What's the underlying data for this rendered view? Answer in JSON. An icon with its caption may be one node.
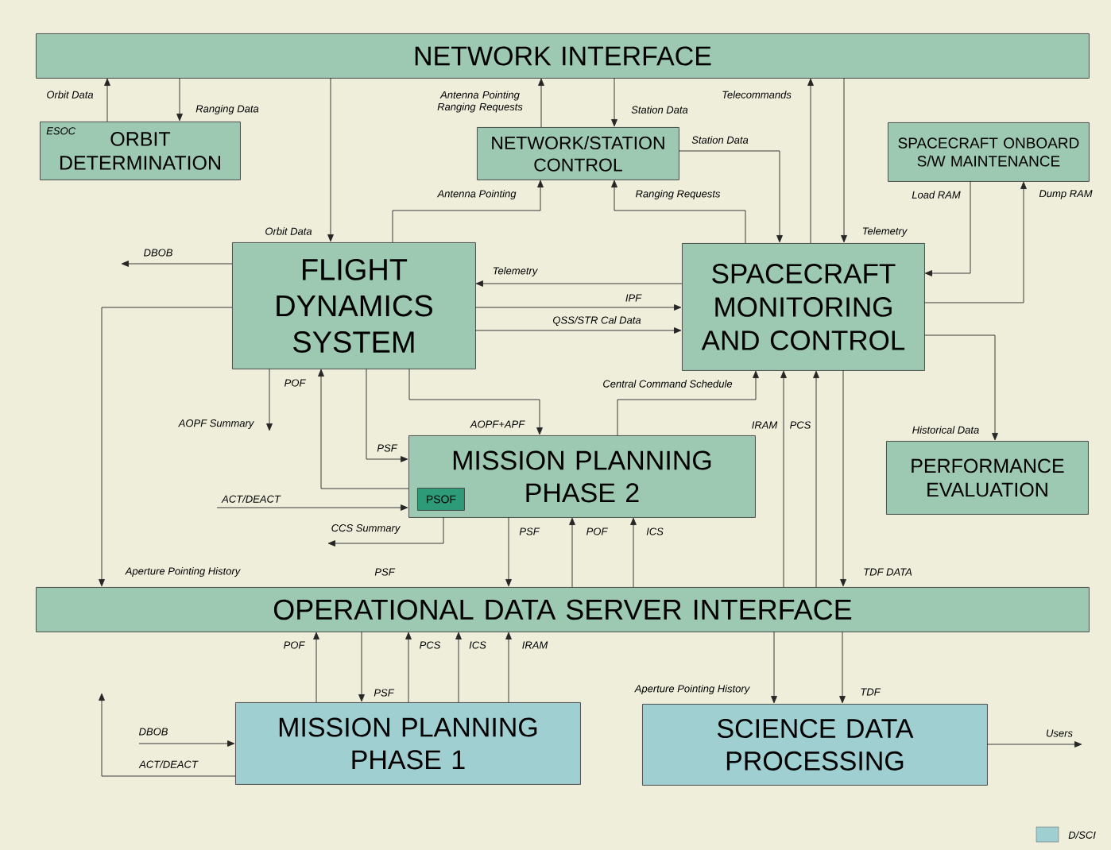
{
  "diagram": {
    "nodes": [
      {
        "text": [
          "NETWORK INTERFACE"
        ]
      },
      {
        "text": [
          "ESOC",
          "ORBIT DETERMINATION"
        ]
      },
      {
        "text": [
          "NETWORK/STATION CONTROL"
        ]
      },
      {
        "text": [
          "SPACECRAFT ONBOARD S/W MAINTENANCE"
        ]
      },
      {
        "text": [
          "FLIGHT DYNAMICS SYSTEM"
        ]
      },
      {
        "text": [
          "SPACECRAFT MONITORING AND CONTROL"
        ]
      },
      {
        "text": [
          "MISSION PLANNING PHASE 2"
        ]
      },
      {
        "text": [
          "PSOF"
        ],
        "in": 6
      },
      {
        "text": [
          "PERFORMANCE EVALUATION"
        ]
      },
      {
        "text": [
          "OPERATIONAL DATA SERVER INTERFACE"
        ]
      },
      {
        "text": [
          "MISSION PLANNING PHASE 1"
        ]
      },
      {
        "text": [
          "SCIENCE DATA PROCESSING"
        ]
      }
    ],
    "edges": [
      {
        "from": 1,
        "to": 0,
        "arrow": "to",
        "label": "Orbit Data"
      },
      {
        "from": 0,
        "to": 1,
        "arrow": "to",
        "label": "Ranging Data"
      },
      {
        "from": 0,
        "to": 4,
        "arrow": "to",
        "label": "Orbit Data"
      },
      {
        "from": 2,
        "to": 0,
        "arrow": "to",
        "label": "Antenna Pointing Ranging Requests"
      },
      {
        "from": 0,
        "to": 2,
        "arrow": "to",
        "label": "Station Data"
      },
      {
        "from": 5,
        "to": 0,
        "arrow": "to",
        "label": "Telecommands"
      },
      {
        "from": 0,
        "to": 5,
        "arrow": "to",
        "label": "Telemetry"
      },
      {
        "from": 2,
        "to": 5,
        "arrow": "to",
        "label": "Station Data"
      },
      {
        "from": 4,
        "to": 2,
        "arrow": "to",
        "label": "Antenna Pointing"
      },
      {
        "from": 5,
        "to": 2,
        "arrow": "to",
        "label": "Ranging Requests"
      },
      {
        "from": 3,
        "to": 5,
        "arrow": "to",
        "label": "Load RAM"
      },
      {
        "from": 5,
        "to": 3,
        "arrow": "to",
        "label": "Dump RAM"
      },
      {
        "from": 4,
        "to": null,
        "arrow": "to",
        "label": "DBOB"
      },
      {
        "from": 5,
        "to": 4,
        "arrow": "to",
        "label": "Telemetry"
      },
      {
        "from": 4,
        "to": 5,
        "arrow": "to",
        "label": "IPF"
      },
      {
        "from": 4,
        "to": 5,
        "arrow": "to",
        "label": "QSS/STR Cal Data"
      },
      {
        "from": 4,
        "to": 9,
        "arrow": "to",
        "label": "Aperture Pointing History"
      },
      {
        "from": 4,
        "to": null,
        "arrow": "to",
        "label": "AOPF Summary"
      },
      {
        "from": 6,
        "to": 4,
        "arrow": "to",
        "label": "POF"
      },
      {
        "from": 4,
        "to": 6,
        "arrow": "to",
        "label": "PSF"
      },
      {
        "from": 4,
        "to": 6,
        "arrow": "to",
        "label": "AOPF+APF"
      },
      {
        "from": null,
        "to": 6,
        "arrow": "to",
        "label": "ACT/DEACT"
      },
      {
        "from": 6,
        "to": null,
        "arrow": "to",
        "label": "CCS Summary"
      },
      {
        "from": 6,
        "to": 5,
        "arrow": "to",
        "label": "Central Command Schedule"
      },
      {
        "from": 6,
        "to": 9,
        "arrow": "to",
        "label": "PSF"
      },
      {
        "from": 9,
        "to": 6,
        "arrow": "to",
        "label": "POF"
      },
      {
        "from": 9,
        "to": 6,
        "arrow": "to",
        "label": "ICS"
      },
      {
        "from": 9,
        "to": 5,
        "arrow": "to",
        "label": "IRAM"
      },
      {
        "from": 9,
        "to": 5,
        "arrow": "to",
        "label": "PCS"
      },
      {
        "from": 5,
        "to": 9,
        "arrow": "to",
        "label": "TDF DATA"
      },
      {
        "from": 5,
        "to": 8,
        "arrow": "to",
        "label": "Historical Data"
      },
      {
        "from": 10,
        "to": 9,
        "arrow": "to",
        "label": "POF"
      },
      {
        "from": 9,
        "to": 10,
        "arrow": "to",
        "label": "PSF"
      },
      {
        "from": 10,
        "to": 9,
        "arrow": "to",
        "label": "PCS"
      },
      {
        "from": 10,
        "to": 9,
        "arrow": "to",
        "label": "ICS"
      },
      {
        "from": 10,
        "to": 9,
        "arrow": "to",
        "label": "IRAM"
      },
      {
        "from": 9,
        "to": 11,
        "arrow": "to",
        "label": "Aperture Pointing History"
      },
      {
        "from": 9,
        "to": 11,
        "arrow": "to",
        "label": "TDF"
      },
      {
        "from": 11,
        "to": null,
        "arrow": "to",
        "label": "Users"
      },
      {
        "from": null,
        "to": 10,
        "arrow": "to",
        "label": "DBOB"
      },
      {
        "from": 10,
        "to": null,
        "arrow": "to",
        "label": "ACT/DEACT"
      }
    ],
    "labels": [
      "PSF"
    ],
    "legend": [
      {
        "text": "D/SCI",
        "color": "#a0cfd2"
      }
    ]
  }
}
